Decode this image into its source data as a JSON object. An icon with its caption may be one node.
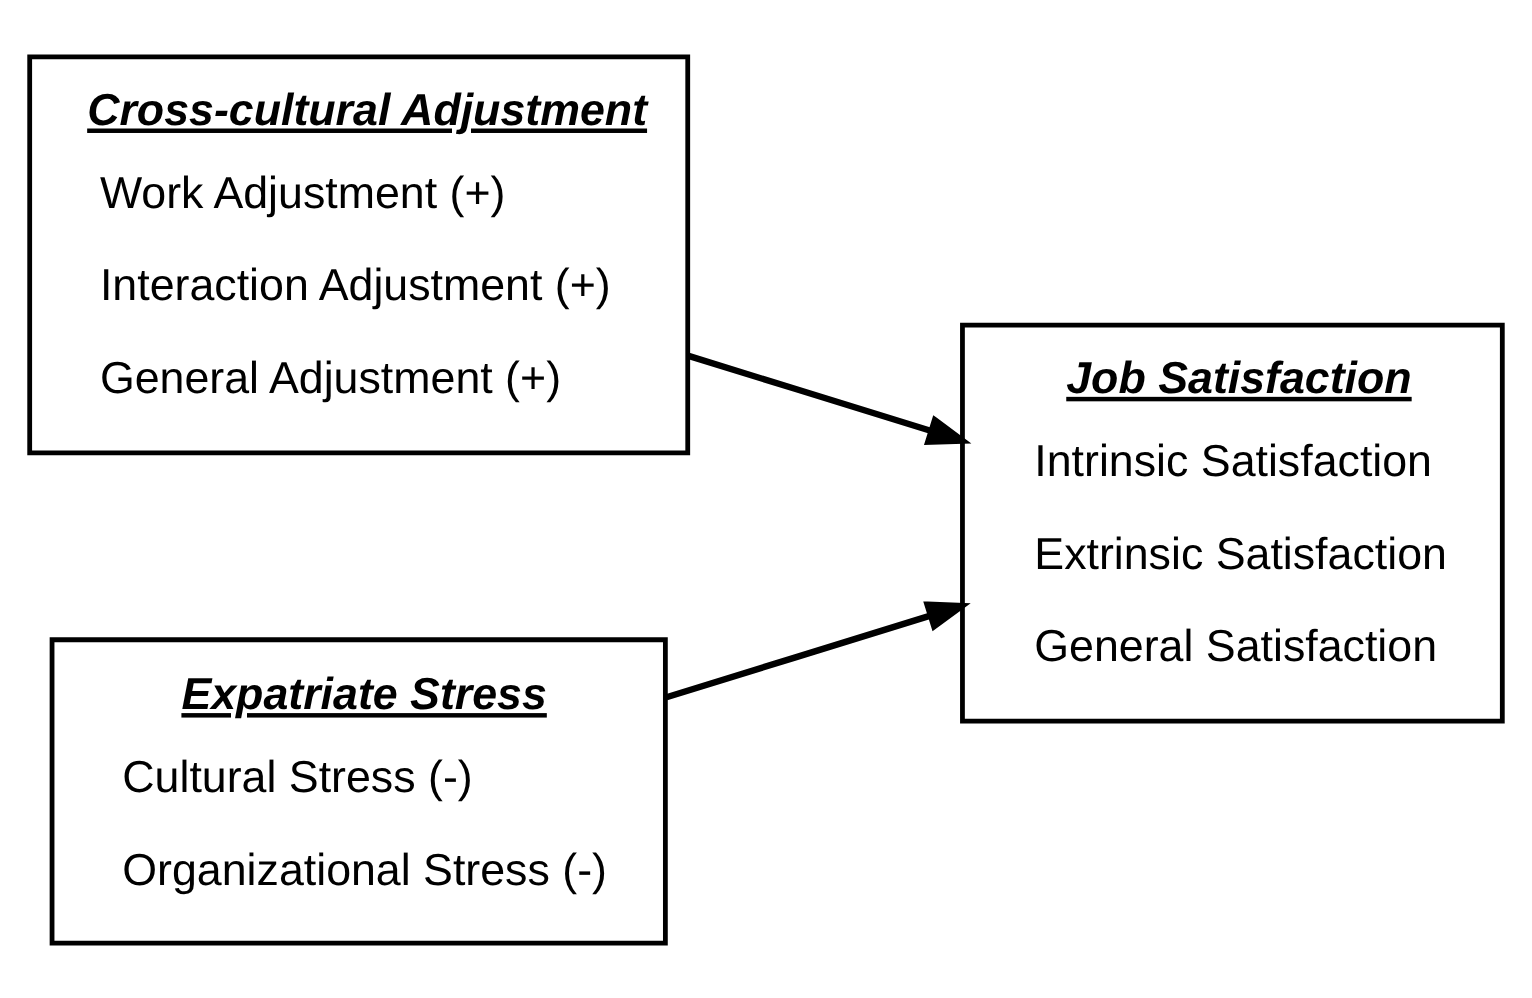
{
  "diagram": {
    "nodes": [
      {
        "text": [
          "Cross-cultural Adjustment",
          "Work Adjustment (+)",
          "Interaction Adjustment (+)",
          "General Adjustment (+)"
        ]
      },
      {
        "text": [
          "Expatriate Stress",
          "Cultural Stress (-)",
          "Organizational Stress (-)"
        ]
      },
      {
        "text": [
          "Job Satisfaction",
          "Intrinsic Satisfaction",
          "Extrinsic Satisfaction",
          "General Satisfaction"
        ]
      }
    ],
    "edges": [
      {
        "from": 0,
        "to": 2,
        "arrow": "to"
      },
      {
        "from": 1,
        "to": 2,
        "arrow": "to"
      }
    ]
  }
}
